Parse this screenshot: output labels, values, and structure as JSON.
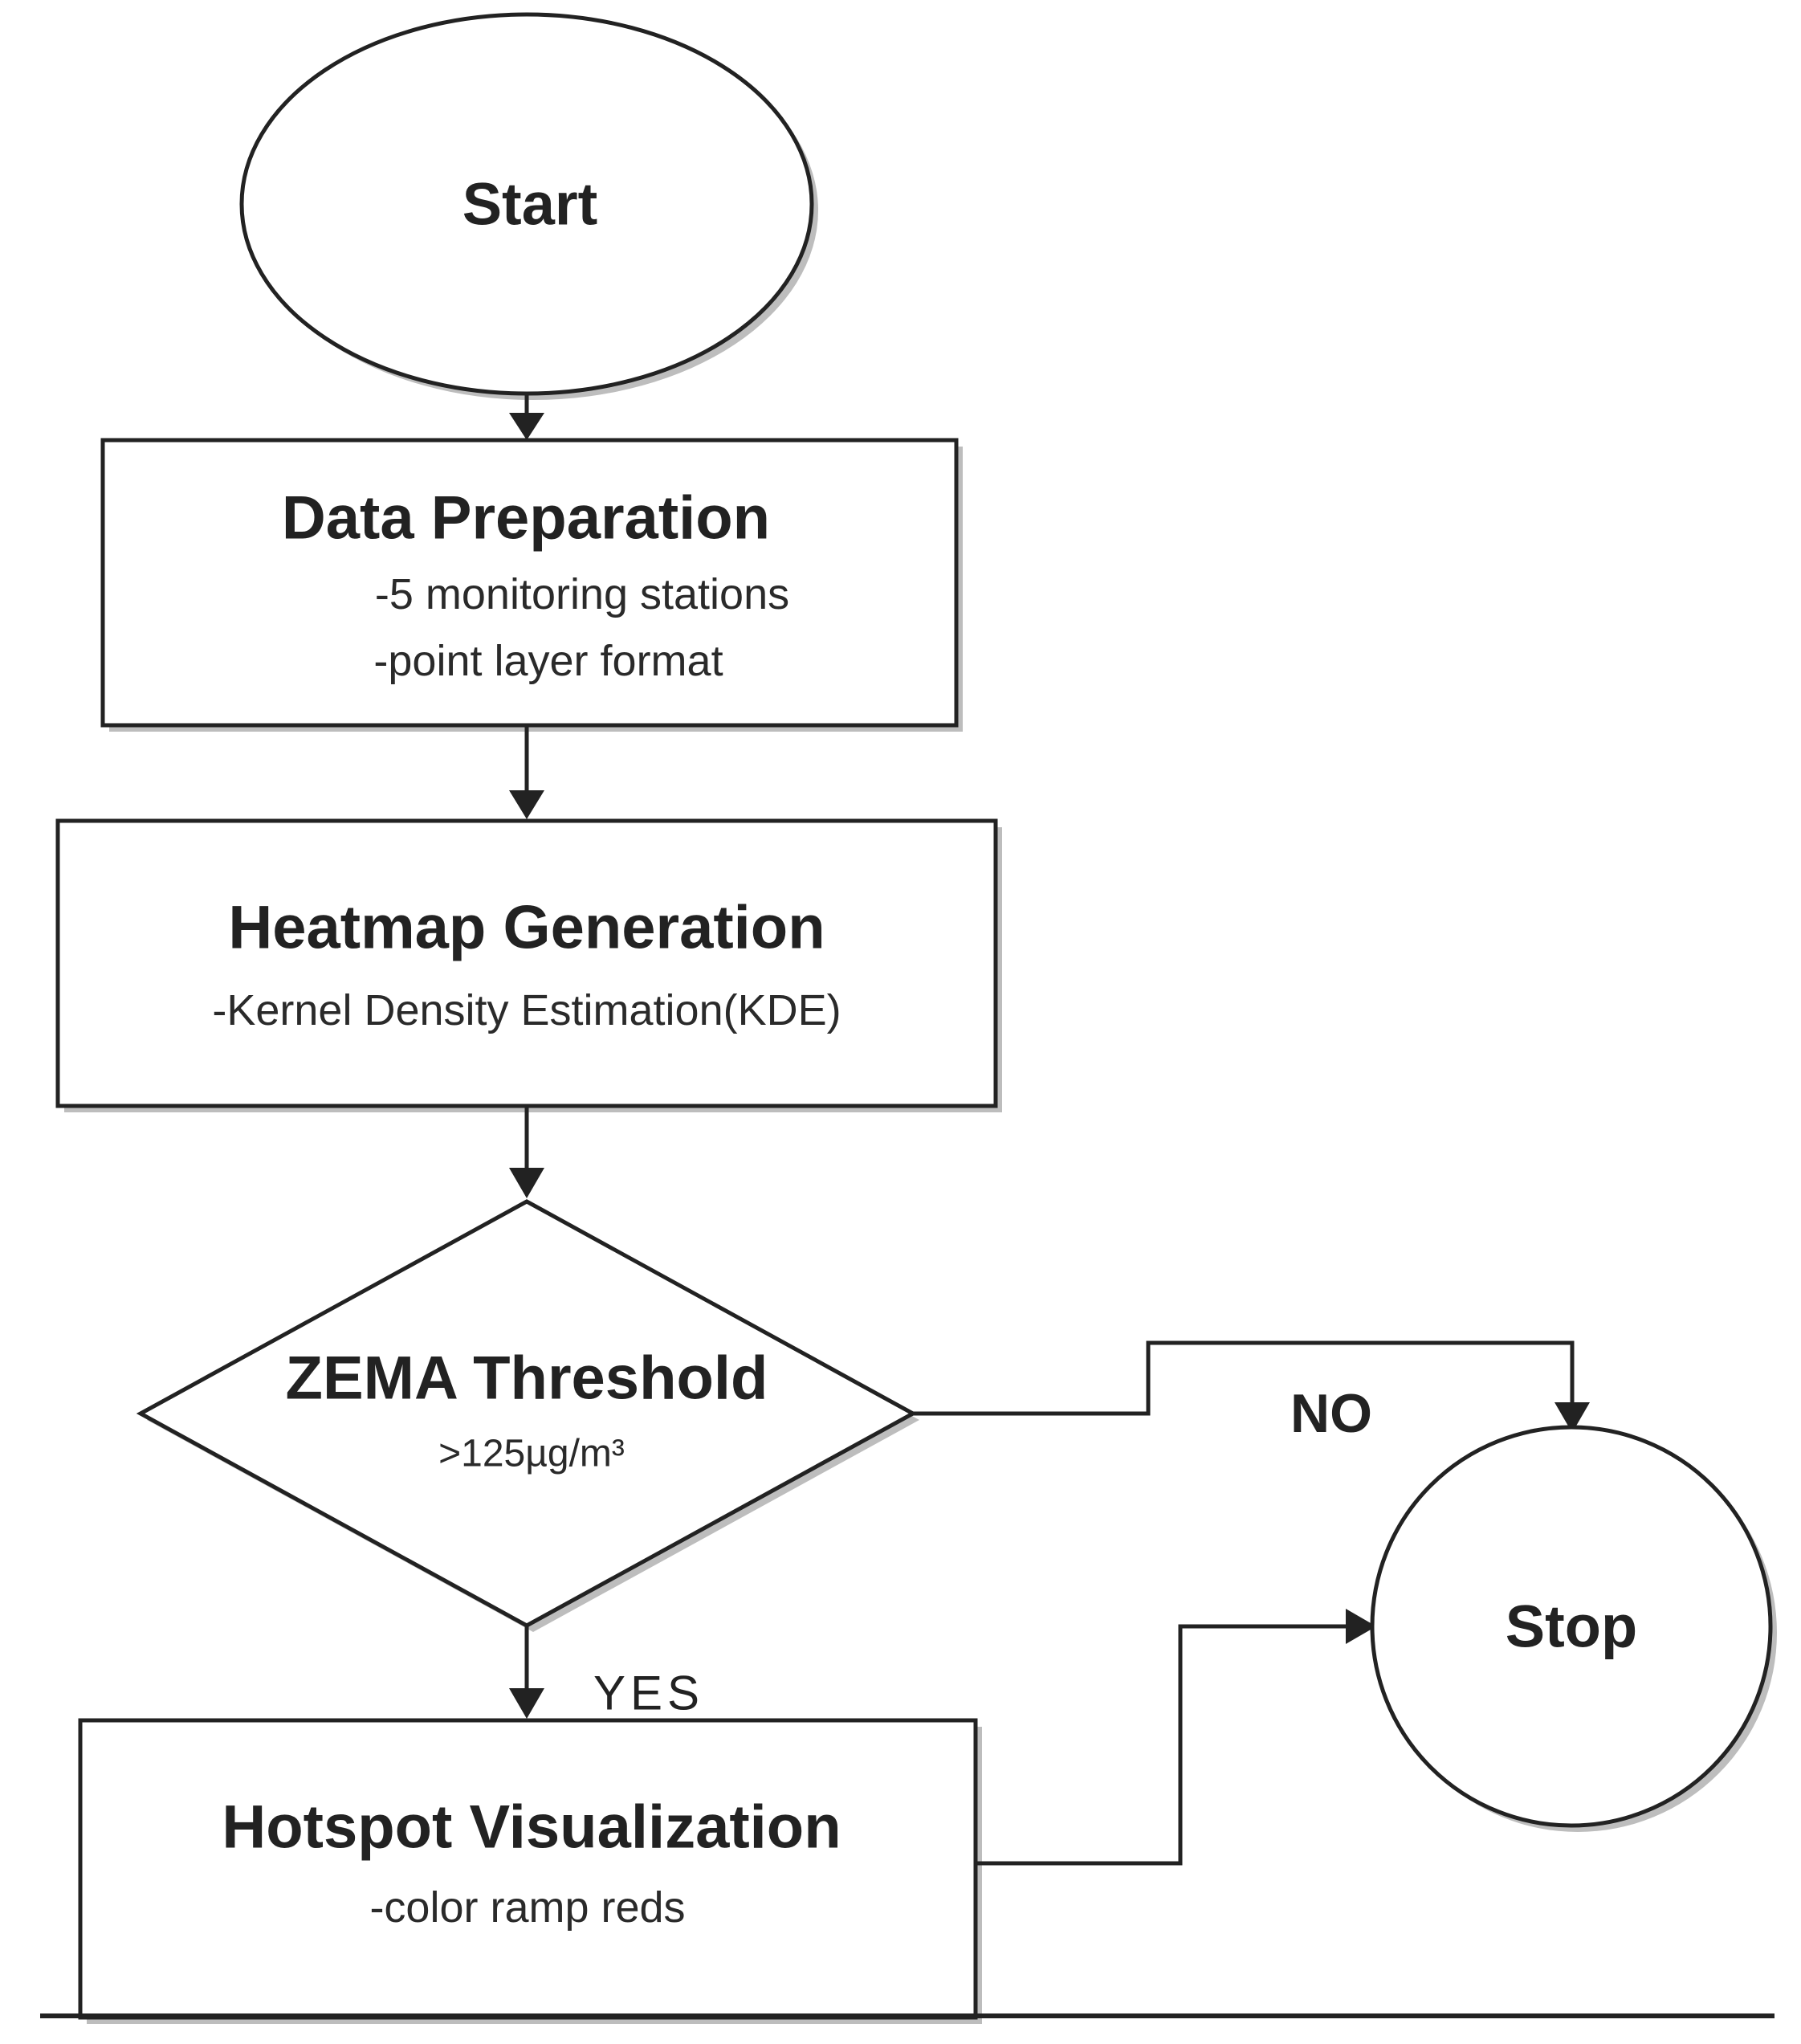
{
  "colors": {
    "stroke": "#222222",
    "fill": "#ffffff",
    "shadow": "#bdbdbd"
  },
  "nodes": {
    "start": {
      "label": "Start"
    },
    "data_prep": {
      "label": "Data Preparation",
      "lines": [
        "-5 monitoring stations",
        "-point layer format"
      ]
    },
    "heatmap": {
      "label": "Heatmap Generation",
      "lines": [
        "-Kernel Density Estimation(KDE)"
      ]
    },
    "threshold": {
      "label": "ZEMA Threshold",
      "lines": [
        ">125µg/m³"
      ]
    },
    "hotspot": {
      "label": "Hotspot Visualization",
      "lines": [
        "-color ramp reds"
      ]
    },
    "stop": {
      "label": "Stop"
    }
  },
  "edges": {
    "no_label": "NO",
    "yes_label": "YES"
  }
}
